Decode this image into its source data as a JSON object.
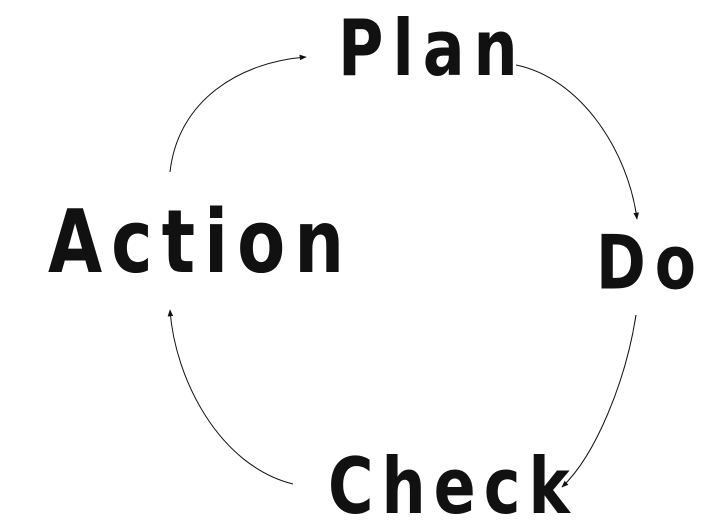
{
  "diagram": {
    "stages": [
      {
        "key": "plan",
        "label": "Plan"
      },
      {
        "key": "do",
        "label": "Do"
      },
      {
        "key": "check",
        "label": "Check"
      },
      {
        "key": "action",
        "label": "Action"
      }
    ],
    "edges": [
      {
        "from": "plan",
        "to": "do"
      },
      {
        "from": "do",
        "to": "check"
      },
      {
        "from": "check",
        "to": "action"
      },
      {
        "from": "action",
        "to": "plan"
      }
    ],
    "colors": {
      "text": "#111111",
      "arrow": "#111111",
      "background": "#ffffff"
    }
  }
}
